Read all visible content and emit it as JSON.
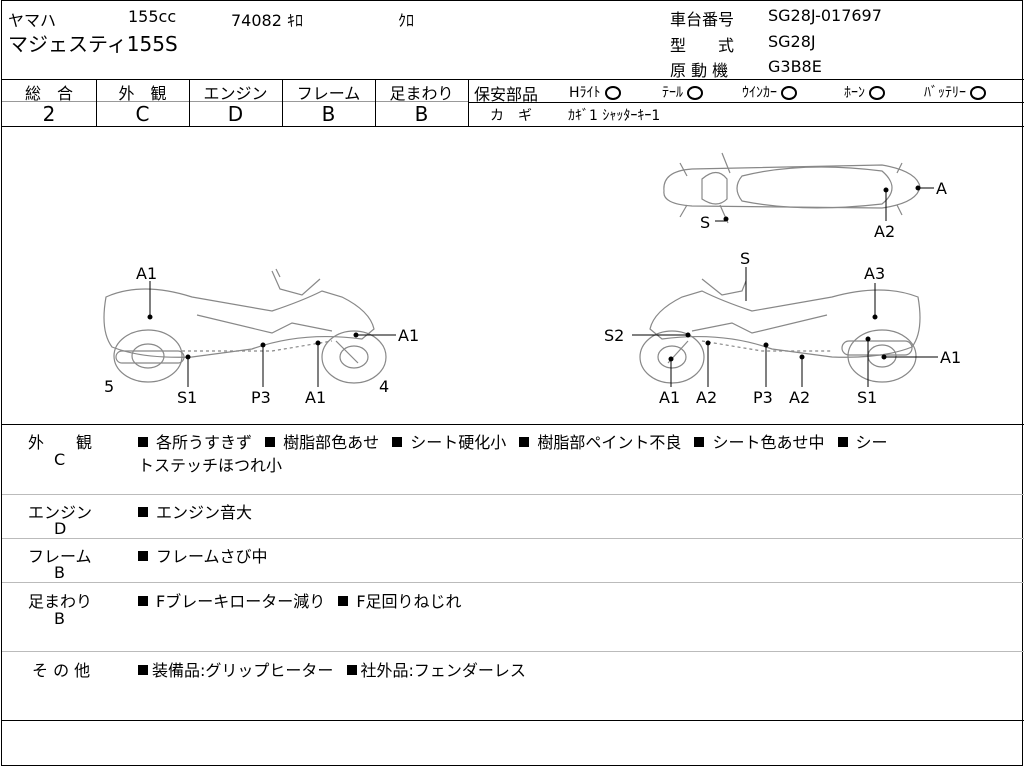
{
  "header": {
    "maker": "ヤマハ",
    "displacement": "155cc",
    "mileage": "74082",
    "mileage_unit": "ｷﾛ",
    "color": "ｸﾛ",
    "model": "マジェスティ155S",
    "frame_label": "車台番号",
    "frame_value": "SG28J-017697",
    "type_label": "型　　式",
    "type_value": "SG28J",
    "engine_label": "原 動 機",
    "engine_value": "G3B8E"
  },
  "grades": [
    {
      "label": "総　合",
      "value": "2"
    },
    {
      "label": "外　観",
      "value": "C"
    },
    {
      "label": "エンジン",
      "value": "D"
    },
    {
      "label": "フレーム",
      "value": "B"
    },
    {
      "label": "足まわり",
      "value": "B"
    }
  ],
  "safety": {
    "title": "保安部品",
    "items": [
      {
        "label": "Hﾗｲﾄ",
        "mark": "circle"
      },
      {
        "label": "ﾃｰﾙ",
        "mark": "circle"
      },
      {
        "label": "ｳｲﾝｶｰ",
        "mark": "circle"
      },
      {
        "label": "ﾎｰﾝ",
        "mark": "circle"
      },
      {
        "label": "ﾊﾞｯﾃﾘｰ",
        "mark": "circle"
      }
    ],
    "key_label": "カ　ギ",
    "key_value": "ｶｷﾞ1 ｼｬｯﾀｰｷｰ1"
  },
  "diagram_labels": {
    "top_a": "A",
    "top_a2": "A2",
    "top_s": "S",
    "left_a1_top": "A1",
    "left_a1_right": "A1",
    "left_5": "5",
    "left_s1": "S1",
    "left_p3": "P3",
    "left_a1_bottom": "A1",
    "left_4": "4",
    "right_s": "S",
    "right_a3": "A3",
    "right_s2": "S2",
    "right_a1_right": "A1",
    "right_a1_bottom": "A1",
    "right_a2_left": "A2",
    "right_p3": "P3",
    "right_a2_right": "A2",
    "right_s1": "S1"
  },
  "sections": [
    {
      "title": "外　　観",
      "grade": "C",
      "items": [
        "各所うすきず",
        "樹脂部色あせ",
        "シート硬化小",
        "樹脂部ペイント不良",
        "シート色あせ中",
        "シー"
      ],
      "wrap": "トステッチほつれ小"
    },
    {
      "title": "エンジン",
      "grade": "D",
      "items": [
        "エンジン音大"
      ]
    },
    {
      "title": "フレーム",
      "grade": "B",
      "items": [
        "フレームさび中"
      ]
    },
    {
      "title": "足まわり",
      "grade": "B",
      "items": [
        "Fブレーキローター減り",
        "F足回りねじれ"
      ]
    },
    {
      "title": "そ の 他",
      "grade": "",
      "items": [
        "装備品:グリップヒーター",
        "社外品:フェンダーレス"
      ]
    }
  ]
}
